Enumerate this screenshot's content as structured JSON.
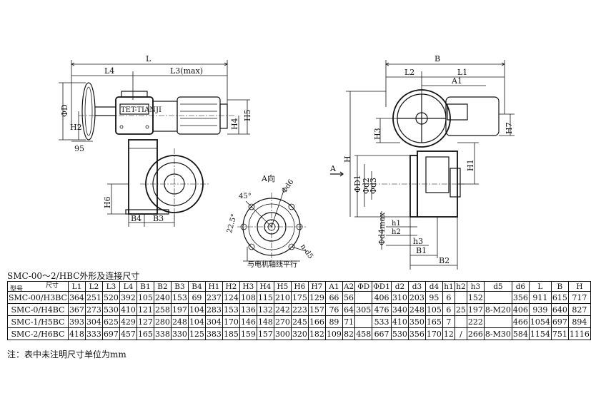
{
  "front_view_labels": {
    "L": "L",
    "L4": "L4",
    "L3": "L3(max)",
    "phiD": "ΦD",
    "H2": "H2",
    "dim95": "95",
    "H4": "H4",
    "H5": "H5",
    "H6": "H6",
    "B4": "B4",
    "B3": "B3",
    "nameplate": "TET-TIANJI"
  },
  "flange_view_labels": {
    "direction": "A向",
    "phi_d6": "Φd6",
    "angle45": "45°",
    "angle22": "22.5°",
    "n_d5": "n-d5",
    "motor_axis_note": "与电机轴线平行"
  },
  "side_view_labels": {
    "B": "B",
    "L2": "L2",
    "L1": "L1",
    "A1": "A1",
    "H3": "H3",
    "H7": "H7",
    "H": "H",
    "H1": "H1",
    "A_arrow": "A",
    "phi_D1": "ΦD1",
    "phi_d2": "Φd2",
    "phi_d3": "Φd3",
    "phi_d4": "Φd4max",
    "h1": "h1",
    "h2": "h2",
    "h3": "h3",
    "B1": "B1",
    "B2": "B2"
  },
  "table_title": "SMC-00～2/HBC外形及连接尺寸",
  "table": {
    "corner_top": "尺寸",
    "corner_bottom": "型号",
    "headers": [
      "L1",
      "L2",
      "L3",
      "L4",
      "B1",
      "B2",
      "B3",
      "B4",
      "H1",
      "H2",
      "H3",
      "H4",
      "H5",
      "H6",
      "H7",
      "A1",
      "A2",
      "ΦD",
      "ΦD1",
      "d2",
      "d3",
      "d4",
      "h1",
      "h2",
      "h3",
      "d5",
      "d6",
      "L",
      "B",
      "H"
    ],
    "rows": [
      {
        "model": "SMC-00/H3BC",
        "c": [
          "364",
          "251",
          "520",
          "392",
          "105",
          "240",
          "153",
          "69",
          "237",
          "124",
          "108",
          "115",
          "210",
          "175",
          "129",
          "66",
          "56",
          "",
          "406",
          "310",
          "203",
          "95",
          "6",
          "",
          "152",
          "",
          "356",
          "911",
          "615",
          "717"
        ]
      },
      {
        "model": "SMC-0/H4BC",
        "c": [
          "367",
          "273",
          "530",
          "410",
          "121",
          "258",
          "197",
          "104",
          "283",
          "153",
          "136",
          "132",
          "242",
          "223",
          "157",
          "76",
          "64",
          "305",
          "476",
          "340",
          "248",
          "105",
          "6",
          "25",
          "197",
          "8-M20",
          "406",
          "939",
          "640",
          "827"
        ]
      },
      {
        "model": "SMC-1/H5BC",
        "c": [
          "393",
          "304",
          "625",
          "429",
          "127",
          "280",
          "248",
          "104",
          "304",
          "170",
          "146",
          "148",
          "270",
          "245",
          "166",
          "89",
          "71",
          "",
          "533",
          "410",
          "350",
          "165",
          "7",
          "",
          "222",
          "",
          "466",
          "1054",
          "697",
          "894"
        ]
      },
      {
        "model": "SMC-2/H6BC",
        "c": [
          "418",
          "333",
          "697",
          "457",
          "165",
          "338",
          "330",
          "125",
          "383",
          "185",
          "159",
          "157",
          "300",
          "320",
          "182",
          "109",
          "82",
          "458",
          "667",
          "530",
          "356",
          "170",
          "12",
          "/",
          "266",
          "8-M30",
          "584",
          "1154",
          "751",
          "1116"
        ]
      }
    ]
  },
  "note": "注：表中未注明尺寸单位为mm"
}
